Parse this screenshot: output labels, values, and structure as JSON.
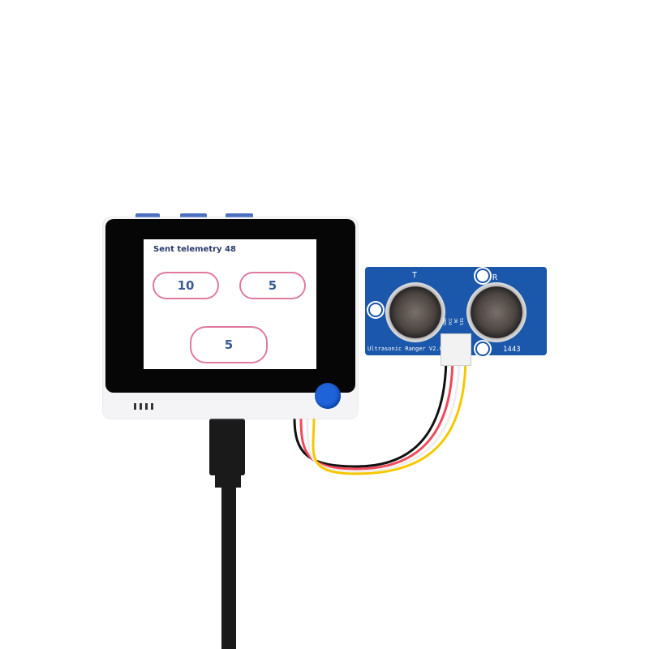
{
  "screen": {
    "title": "Sent telemetry 48",
    "values": [
      "10",
      "5",
      "5"
    ]
  },
  "sensor": {
    "name": "Ultrasonic Ranger V2.0",
    "transmitter": "T",
    "receiver": "R",
    "code": "1443",
    "pins": [
      "GND",
      "VCC",
      "NC",
      "SIG"
    ]
  },
  "colors": {
    "accent": "#1e63d8",
    "board": "#1b57aa",
    "pill_border": "#e07aa0"
  }
}
